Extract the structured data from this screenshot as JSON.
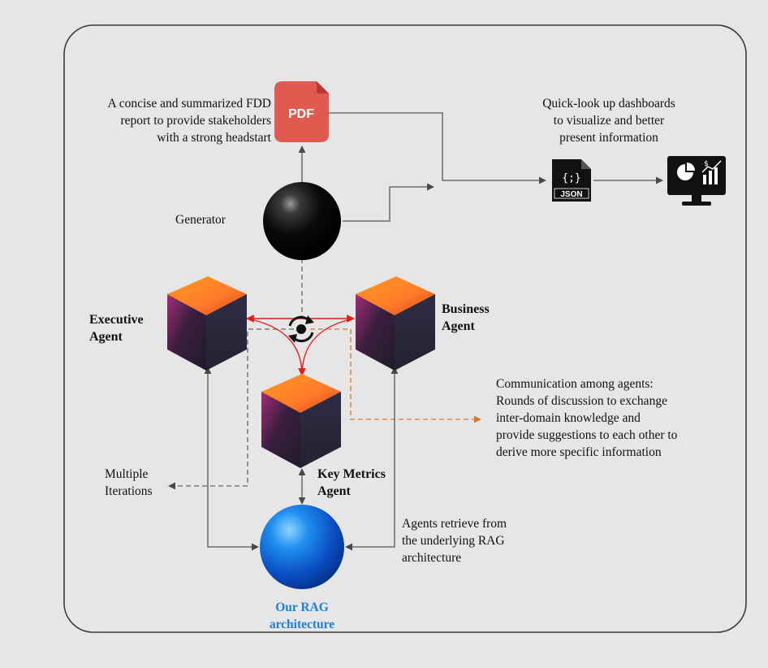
{
  "pdf_report": {
    "caption": "A concise and summarized FDD report to provide stakeholders with a strong headstart",
    "caption_lines": [
      "A concise and summarized FDD",
      "report to provide stakeholders",
      "with a strong headstart"
    ],
    "icon_label": "PDF"
  },
  "dashboards": {
    "caption_lines": [
      "Quick-look up dashboards",
      "to visualize and better",
      "present information"
    ],
    "json_label": "JSON",
    "json_braces": "{;}"
  },
  "generator": {
    "label": "Generator"
  },
  "agents": {
    "executive": [
      "Executive",
      "Agent"
    ],
    "business": [
      "Business",
      "Agent"
    ],
    "key_metrics": [
      "Key Metrics",
      "Agent"
    ]
  },
  "communication": {
    "caption_lines": [
      "Communication among agents:",
      "Rounds of discussion to exchange",
      "inter-domain knowledge and",
      "provide suggestions to each other to",
      "derive more specific information"
    ]
  },
  "iterations": {
    "caption_lines": [
      "Multiple",
      "Iterations"
    ]
  },
  "retrieval": {
    "caption_lines": [
      "Agents retrieve from",
      "the underlying RAG",
      "architecture"
    ]
  },
  "rag": {
    "title_lines": [
      "Our RAG",
      "architecture"
    ]
  },
  "colors": {
    "background": "#e6e6e6",
    "frame_stroke": "#3a3a3a",
    "arrow_gray": "#555555",
    "arrow_red": "#e31c1c",
    "arrow_orange": "#d9772b",
    "pdf_red": "#e05a4f",
    "rag_blue": "#1f7fd6"
  }
}
